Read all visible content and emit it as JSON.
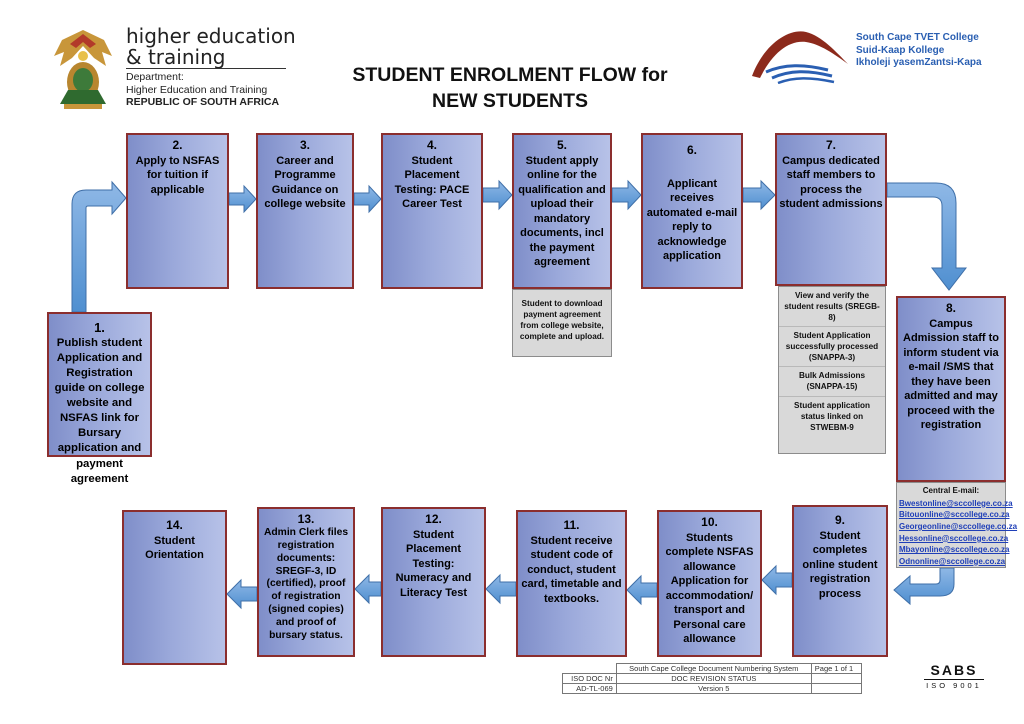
{
  "title": {
    "line1": "STUDENT ENROLMENT FLOW for",
    "line2": "NEW STUDENTS"
  },
  "dhet_logo": {
    "title_line1": "higher education",
    "title_line2": "& training",
    "dept_line1": "Department:",
    "dept_line2": "Higher Education and Training",
    "dept_line3": "REPUBLIC OF SOUTH AFRICA"
  },
  "college_logo": {
    "line1": "South Cape TVET College",
    "line2": "Suid-Kaap Kollege",
    "line3": "Ikholeji yasemZantsi-Kapa",
    "color": "#2a5fb2"
  },
  "steps": {
    "s1": {
      "num": "1.",
      "text": "Publish student Application and Registration guide on college website and NSFAS link for Bursary application and payment agreement"
    },
    "s2": {
      "num": "2.",
      "text": "Apply to NSFAS for tuition if applicable"
    },
    "s3": {
      "num": "3.",
      "text": "Career and Programme Guidance on college website"
    },
    "s4": {
      "num": "4.",
      "text": "Student Placement Testing: PACE Career Test"
    },
    "s5": {
      "num": "5.",
      "text": "Student apply online for the qualification and upload their mandatory documents, incl the payment agreement"
    },
    "s6": {
      "num": "6.",
      "text": "Applicant receives automated e-mail reply to acknowledge application"
    },
    "s7": {
      "num": "7.",
      "text": "Campus dedicated staff members to process the student admissions"
    },
    "s8": {
      "num": "8.",
      "text": "Campus Admission staff to inform student via e-mail /SMS that they have been admitted and may proceed with the registration"
    },
    "s9": {
      "num": "9.",
      "text": "Student completes online student registration process"
    },
    "s10": {
      "num": "10.",
      "text": "Students complete NSFAS allowance Application for accommodation/ transport and Personal care allowance"
    },
    "s11": {
      "num": "11.",
      "text": "Student receive student code of conduct, student card, timetable and textbooks."
    },
    "s12": {
      "num": "12.",
      "text": "Student Placement Testing: Numeracy and Literacy Test"
    },
    "s13": {
      "num": "13.",
      "text": "Admin Clerk files registration documents: SREGF-3, ID (certified), proof of registration (signed copies) and proof of bursary status."
    },
    "s14": {
      "num": "14.",
      "text": "Student Orientation"
    }
  },
  "notes": {
    "n5": "Student to download payment agreement from college website, complete and upload.",
    "n7": [
      "View and verify the student results (SREGB-8)",
      "Student Application successfully processed (SNAPPA-3)",
      "Bulk Admissions (SNAPPA-15)",
      "Student application status linked on STWEBM-9"
    ],
    "n8_heading": "Central E-mail:",
    "n8_emails": [
      "Bwestonline@sccollege.co.za",
      "Bitouonline@sccollege.co.za",
      "Georgeonline@sccollege.co.za",
      "Hessonline@sccollege.co.za",
      "Mbayonline@sccollege.co.za",
      "Odnonline@sccollege.co.za"
    ]
  },
  "footer": {
    "numbering_system": "South Cape College Document Numbering System",
    "page": "Page 1 of 1",
    "iso_doc_label": "ISO DOC Nr",
    "revision_label": "DOC REVISION STATUS",
    "doc_number": "AD-TL-069",
    "version": "Version 5",
    "sabs_line1": "SABS",
    "sabs_line2": "ISO 9001"
  },
  "colors": {
    "box_fill": "#9aa8da",
    "box_border": "#8b2e2e",
    "arrow_fill": "#5b9bd5",
    "note_fill": "#d9d9d9",
    "link": "#1f3fb8"
  }
}
